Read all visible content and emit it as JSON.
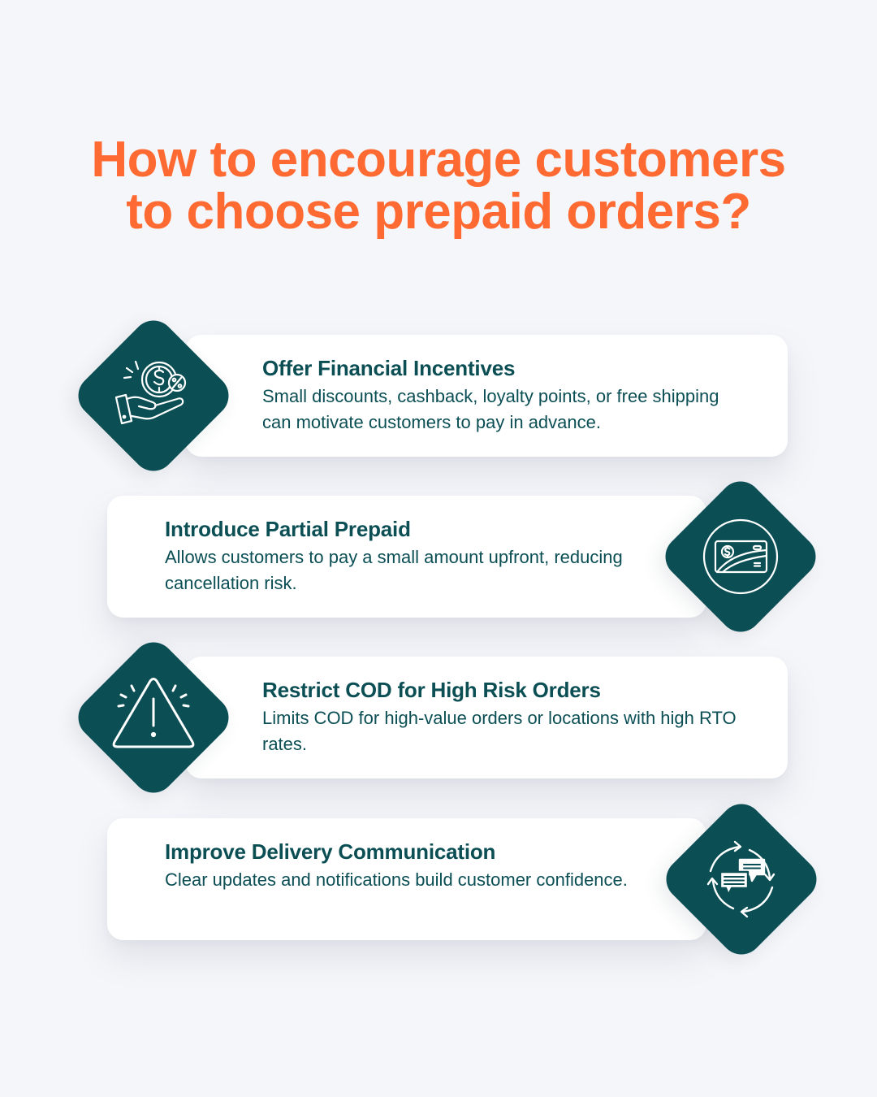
{
  "header": {
    "title_line1": "How to encourage customers",
    "title_line2": "to choose prepaid orders?"
  },
  "colors": {
    "background": "#F5F6FA",
    "accent_orange": "#FF6A33",
    "brand_teal": "#0B4F55",
    "card": "#FFFFFF"
  },
  "tips": [
    {
      "title": "Offer Financial Incentives",
      "body": "Small discounts, cashback, loyalty points, or free shipping can motivate customers to pay in advance.",
      "icon": "hand-coin-discount-icon",
      "icon_side": "left"
    },
    {
      "title": "Introduce Partial Prepaid",
      "body": "Allows customers to pay a small amount upfront, reducing cancellation risk.",
      "icon": "payment-card-icon",
      "icon_side": "right"
    },
    {
      "title": "Restrict COD for High Risk Orders",
      "body": "Limits COD for high-value orders or locations with high RTO rates.",
      "icon": "warning-triangle-icon",
      "icon_side": "left"
    },
    {
      "title": "Improve Delivery Communication",
      "body": "Clear updates and notifications build customer confidence.",
      "icon": "chat-cycle-icon",
      "icon_side": "right"
    }
  ]
}
